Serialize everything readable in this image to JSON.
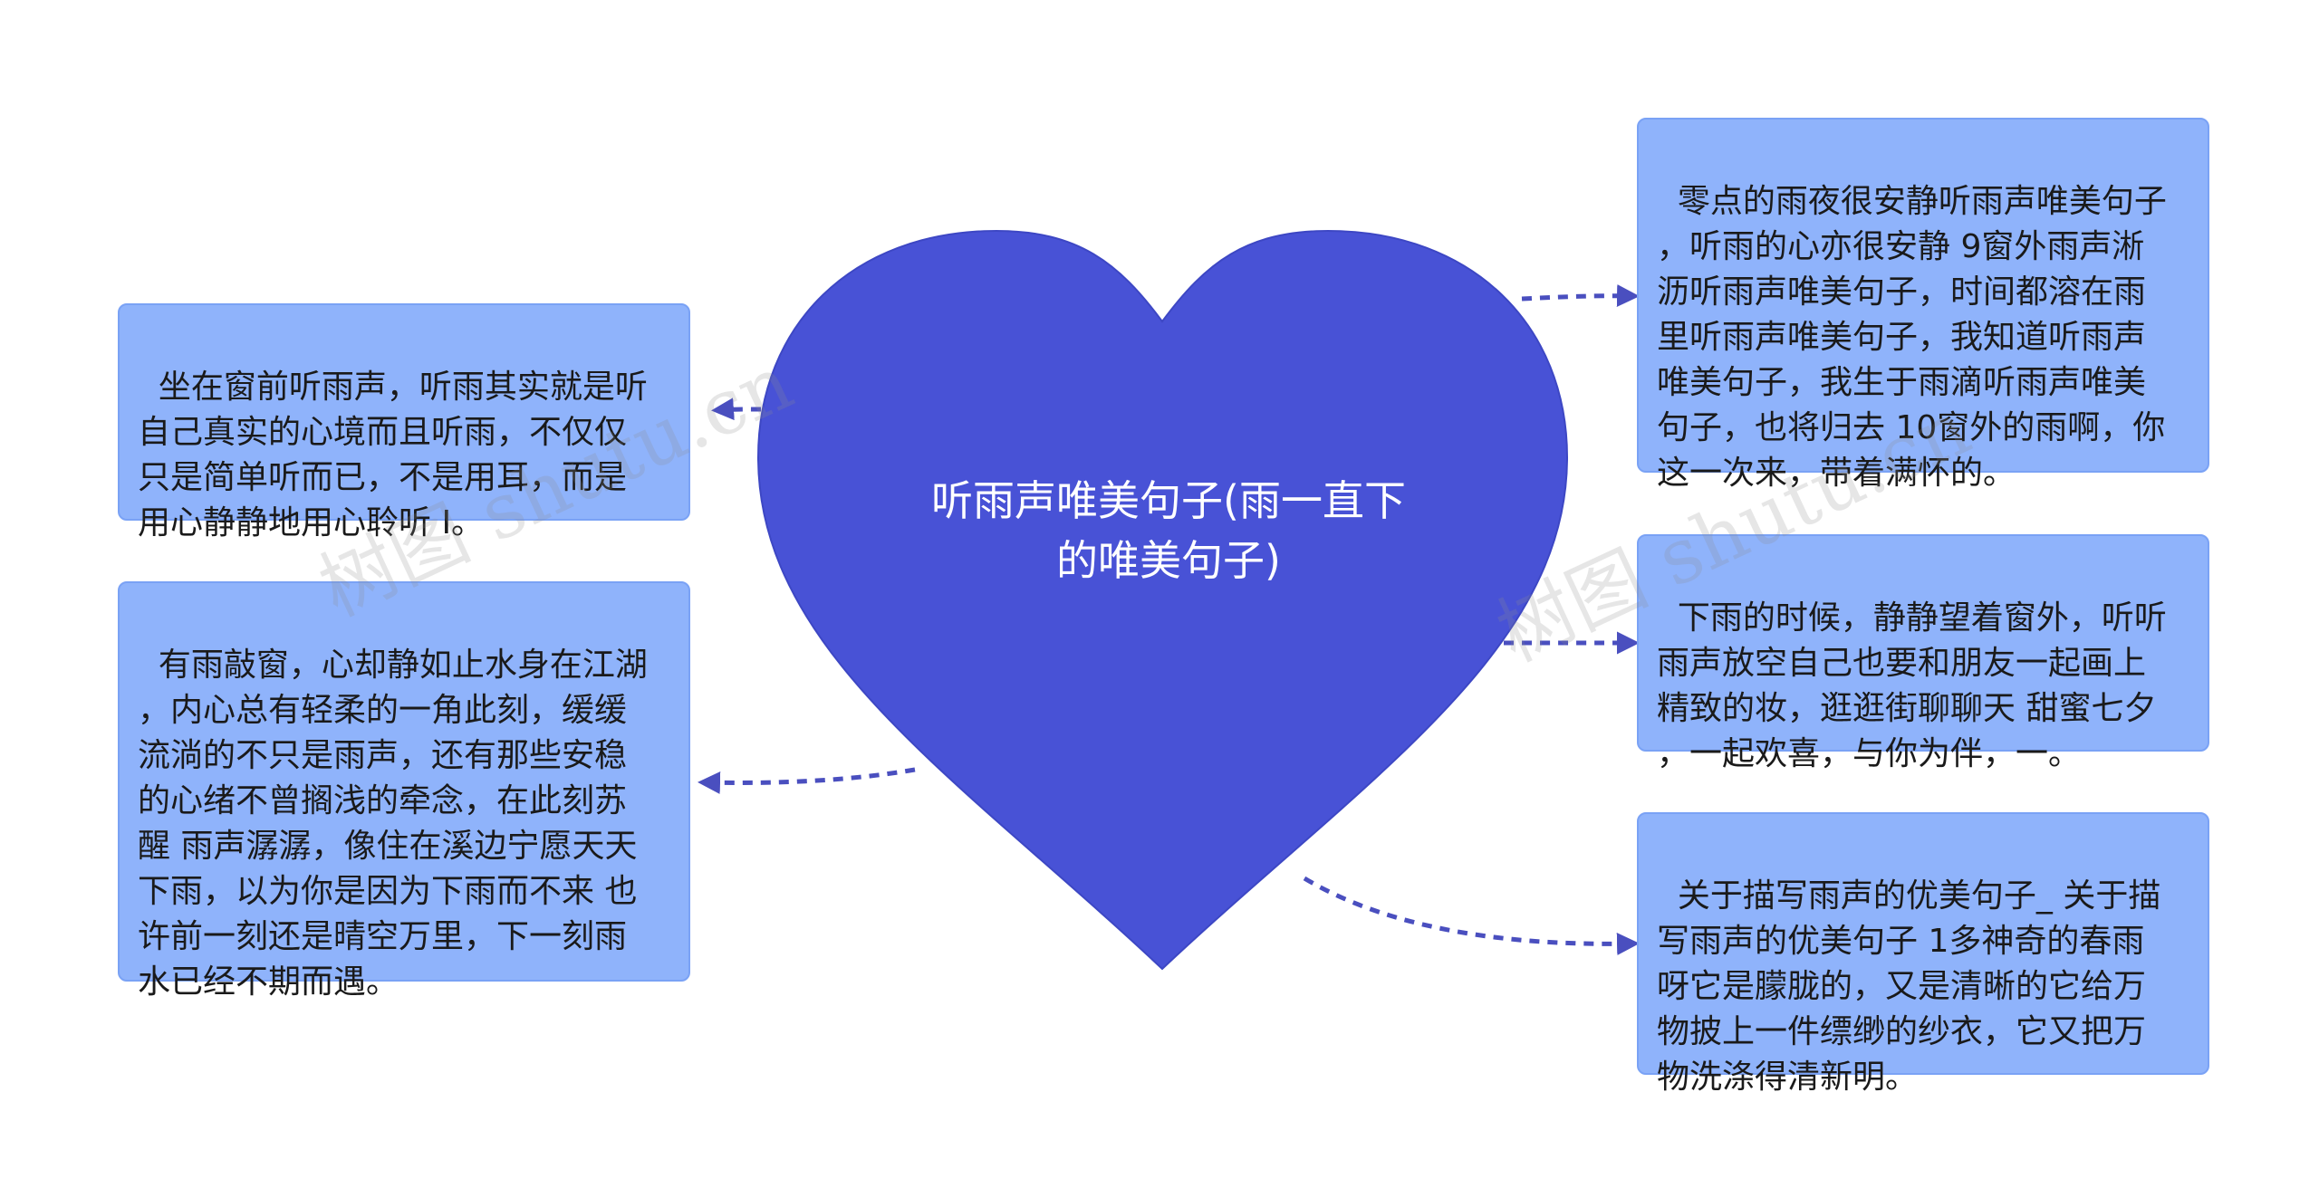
{
  "diagram": {
    "center": {
      "title": "听雨声唯美句子(雨一直下\n的唯美句子)",
      "color": "#4852d6"
    },
    "nodes_left": [
      {
        "text": "坐在窗前听雨声，听雨其实就是听\n自己真实的心境而且听雨，不仅仅\n只是简单听而已，不是用耳，而是\n用心静静地用心聆听 I。"
      },
      {
        "text": "有雨敲窗，心却静如止水身在江湖\n，内心总有轻柔的一角此刻，缓缓\n流淌的不只是雨声，还有那些安稳\n的心绪不曾搁浅的牵念，在此刻苏\n醒 雨声潺潺，像住在溪边宁愿天天\n下雨，以为你是因为下雨而不来 也\n许前一刻还是晴空万里，下一刻雨\n水已经不期而遇。"
      }
    ],
    "nodes_right": [
      {
        "text": "零点的雨夜很安静听雨声唯美句子\n，听雨的心亦很安静 9窗外雨声淅\n沥听雨声唯美句子，时间都溶在雨\n里听雨声唯美句子，我知道听雨声\n唯美句子，我生于雨滴听雨声唯美\n句子，也将归去 10窗外的雨啊，你\n这一次来，带着满怀的。"
      },
      {
        "text": "下雨的时候，静静望着窗外，听听\n雨声放空自己也要和朋友一起画上\n精致的妆，逛逛街聊聊天 甜蜜七夕\n，一起欢喜，与你为伴，一。"
      },
      {
        "text": "关于描写雨声的优美句子_ 关于描\n写雨声的优美句子 1多神奇的春雨\n呀它是朦胧的，又是清晰的它给万\n物披上一件缥缈的纱衣，它又把万\n物洗涤得清新明。"
      }
    ],
    "watermarks": [
      "树图 shutu.cn",
      "树图 shutu.cn"
    ],
    "colors": {
      "node_fill": "#8fb3fb",
      "node_border": "#7aa2f5",
      "connector": "#4a4fbf"
    }
  }
}
